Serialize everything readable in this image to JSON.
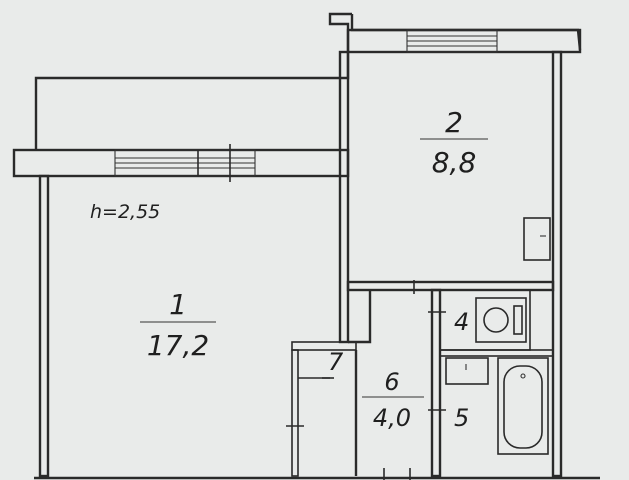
{
  "ceiling_height": "h=2,55",
  "rooms": [
    {
      "number": "1",
      "area": "17,2"
    },
    {
      "number": "2",
      "area": "8,8"
    },
    {
      "number": "6",
      "area": "4,0"
    }
  ],
  "room_markers": [
    {
      "number": "4"
    },
    {
      "number": "5"
    },
    {
      "number": "7"
    }
  ]
}
